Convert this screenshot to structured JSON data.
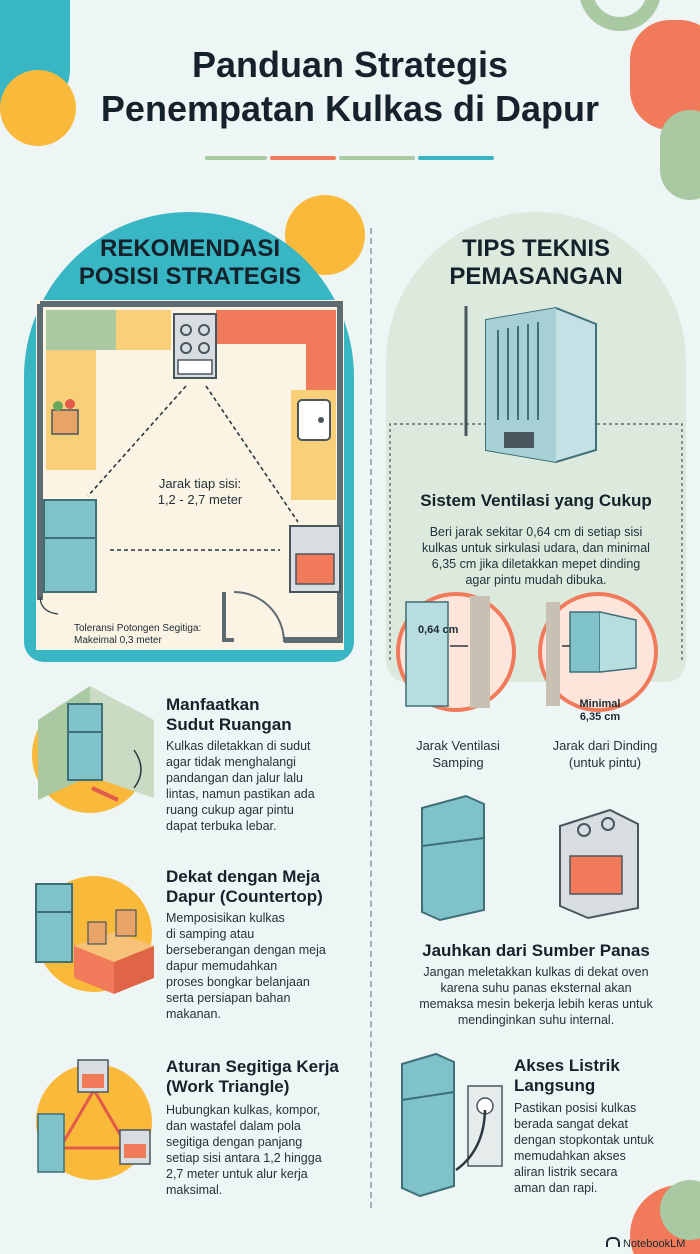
{
  "header": {
    "title_line1": "Panduan Strategis",
    "title_line2": "Penempatan Kulkas di Dapur"
  },
  "colors": {
    "teal": "#39b6c4",
    "coral": "#f07a5a",
    "yellow": "#f9b93a",
    "sage": "#a9c9a2",
    "background": "#eef5f5",
    "fridge": "#7fc2c9"
  },
  "left": {
    "heading_line1": "REKOMENDASI",
    "heading_line2": "POSISI STRATEGIS",
    "plan": {
      "distance_line1": "Jarak tiap sisi:",
      "distance_line2": "1,2 - 2,7 meter",
      "tolerance_line1": "Toleransi Potongen Segitiga:",
      "tolerance_line2": "Makeimal 0,3 meter"
    },
    "tips": [
      {
        "title_line1": "Manfaatkan",
        "title_line2": "Sudut Ruangan",
        "lines": [
          "Kulkas diletakkan di sudut",
          "agar tidak menghalangi",
          "pandangan dan jalur lalu",
          "lintas, namun pastikan ada",
          "ruang cukup agar pintu",
          "dapat terbuka lebar."
        ]
      },
      {
        "title_line1": "Dekat dengan Meja",
        "title_line2": "Dapur (Countertop)",
        "lines": [
          "Memposisikan kulkas",
          "di samping atau",
          "berseberangan dengan meja",
          "dapur memudahkan",
          "proses bongkar belanjaan",
          "serta persiapan bahan",
          "makanan."
        ]
      },
      {
        "title_line1": "Aturan Segitiga Kerja",
        "title_line2": "(Work Triangle)",
        "lines": [
          "Hubungkan kulkas, kompor,",
          "dan wastafel dalam pola",
          "segitiga dengan panjang",
          "setiap sisi antara 1,2 hingga",
          "2,7 meter untuk alur kerja",
          "maksimal."
        ]
      }
    ]
  },
  "right": {
    "heading_line1": "TIPS TEKNIS",
    "heading_line2": "PEMASANGAN",
    "ventilation": {
      "title": "Sistem Ventilasi yang Cukup",
      "lines": [
        "Beri jarak sekitar 0,64 cm di setiap sisi",
        "kulkas untuk sirkulasi udara, dan minimal",
        "6,35 cm jika diletakkan mepet dinding",
        "agar pintu mudah dibuka."
      ],
      "side_gap_value": "0,64 cm",
      "side_caption_line1": "Jarak Ventilasi",
      "side_caption_line2": "Samping",
      "door_value_line1": "Minimal",
      "door_value_line2": "6,35 cm",
      "door_caption_line1": "Jarak dari Dinding",
      "door_caption_line2": "(untuk pintu)"
    },
    "heat": {
      "title": "Jauhkan dari Sumber Panas",
      "lines": [
        "Jangan meletakkan kulkas di dekat oven",
        "karena suhu panas eksternal akan",
        "memaksa mesin bekerja lebih keras untuk",
        "mendinginkan suhu internal."
      ]
    },
    "power": {
      "title_line1": "Akses Listrik",
      "title_line2": "Langsung",
      "lines": [
        "Pastikan posisi kulkas",
        "berada sangat dekat",
        "dengan stopkontak untuk",
        "memudahkan akses",
        "aliran listrik secara",
        "aman dan rapi."
      ]
    }
  },
  "footer": {
    "brand": "NotebookLM"
  }
}
